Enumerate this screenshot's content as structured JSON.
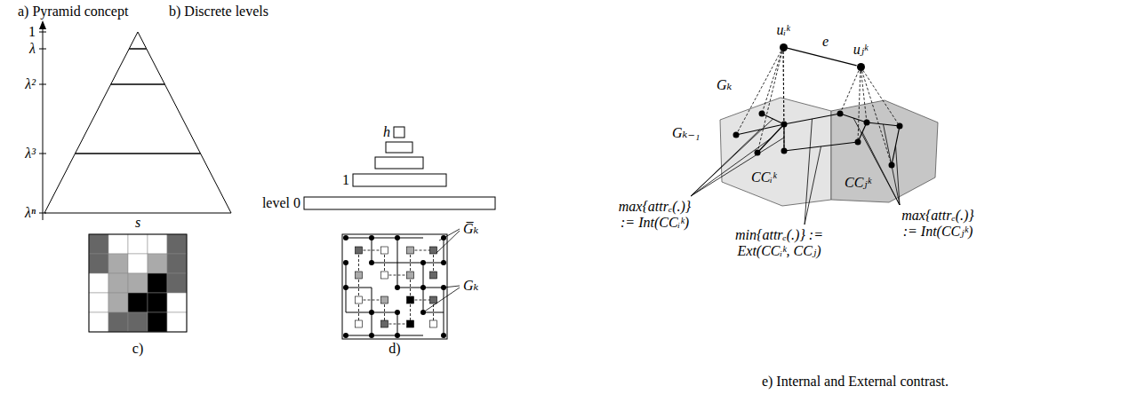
{
  "diagram": {
    "nodes": [
      {
        "text": [
          "uᵢᵏ"
        ]
      },
      {
        "text": [
          "uⱼᵏ"
        ]
      }
    ],
    "edges": [
      {
        "from": 0,
        "to": 1,
        "label": "e",
        "arrow": "none"
      }
    ],
    "labels": [
      "a) Pyramid concept",
      "b) Discrete levels",
      "1",
      "λ",
      "λ²",
      "λ³",
      "λⁿ",
      "s",
      "h",
      "1",
      "level 0",
      "c)",
      "d)",
      "G̅ₖ",
      "Gₖ",
      "e) Internal and External contrast.",
      "Gₖ",
      "Gₖ₋₁",
      "CCᵢᵏ",
      "CCⱼᵏ",
      "max{attrₑ(.)} := Int(CCᵢᵏ)",
      "min{attrₑ(.)} := Ext(CCᵢᵏ, CCⱼ)",
      "max{attrₑ(.)} := Int(CCⱼᵏ)"
    ]
  }
}
